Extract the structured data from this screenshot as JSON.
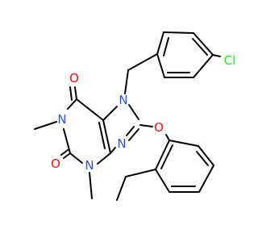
{
  "atoms": {
    "O6": {
      "label": "O",
      "color": "#ff0d0d"
    },
    "O2": {
      "label": "O",
      "color": "#ff0d0d"
    },
    "N1": {
      "label": "N",
      "color": "#3050f8"
    },
    "N3": {
      "label": "N",
      "color": "#3050f8"
    },
    "N7": {
      "label": "N",
      "color": "#3050f8"
    },
    "N9": {
      "label": "N",
      "color": "#3050f8"
    },
    "O_ether": {
      "label": "O",
      "color": "#ff0d0d"
    },
    "Cl": {
      "label": "Cl",
      "color": "#1ff01f"
    }
  }
}
